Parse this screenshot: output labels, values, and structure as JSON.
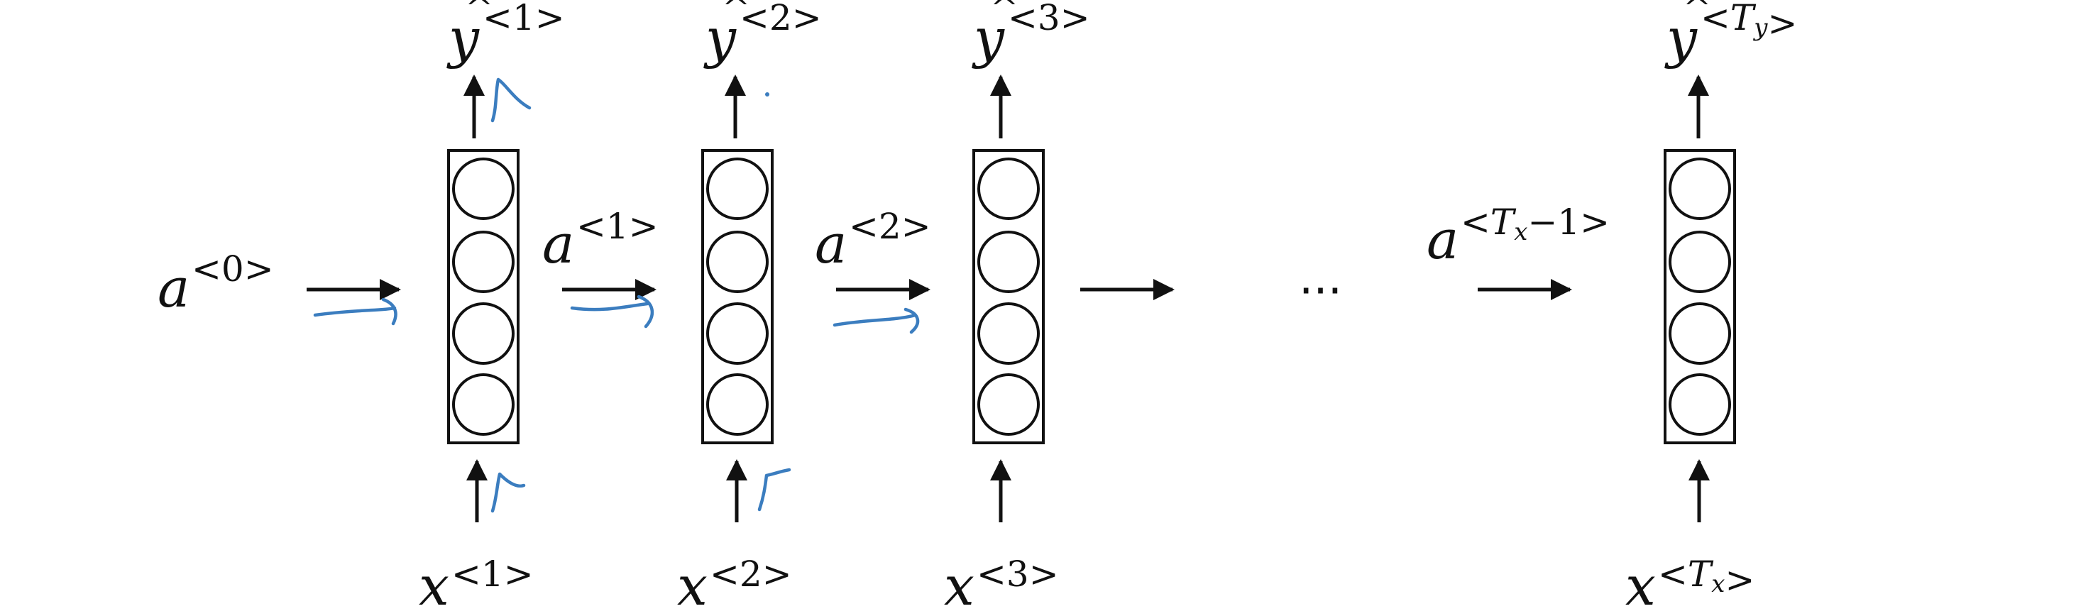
{
  "colors": {
    "ink": "#111111",
    "pen": "#3b7dbf"
  },
  "cells": [
    {
      "output": {
        "base": "y",
        "sup_open": "<",
        "sup_var": "",
        "sup_sub": "",
        "sup_extra": "1",
        "sup_close": ">"
      },
      "input": {
        "base": "x",
        "sup_open": "<",
        "sup_var": "",
        "sup_sub": "",
        "sup_extra": "1",
        "sup_close": ">"
      }
    },
    {
      "output": {
        "base": "y",
        "sup_open": "<",
        "sup_var": "",
        "sup_sub": "",
        "sup_extra": "2",
        "sup_close": ">"
      },
      "input": {
        "base": "x",
        "sup_open": "<",
        "sup_var": "",
        "sup_sub": "",
        "sup_extra": "2",
        "sup_close": ">"
      }
    },
    {
      "output": {
        "base": "y",
        "sup_open": "<",
        "sup_var": "",
        "sup_sub": "",
        "sup_extra": "3",
        "sup_close": ">"
      },
      "input": {
        "base": "x",
        "sup_open": "<",
        "sup_var": "",
        "sup_sub": "",
        "sup_extra": "3",
        "sup_close": ">"
      }
    },
    {
      "output": {
        "base": "y",
        "sup_open": "<",
        "sup_var": "T",
        "sup_sub": "y",
        "sup_extra": "",
        "sup_close": ">"
      },
      "input": {
        "base": "x",
        "sup_open": "<",
        "sup_var": "T",
        "sup_sub": "x",
        "sup_extra": "",
        "sup_close": ">"
      }
    }
  ],
  "activations": [
    {
      "base": "a",
      "sup_open": "<",
      "sup_var": "",
      "sup_sub": "",
      "sup_extra": "0",
      "sup_close": ">"
    },
    {
      "base": "a",
      "sup_open": "<",
      "sup_var": "",
      "sup_sub": "",
      "sup_extra": "1",
      "sup_close": ">"
    },
    {
      "base": "a",
      "sup_open": "<",
      "sup_var": "",
      "sup_sub": "",
      "sup_extra": "2",
      "sup_close": ">"
    },
    {
      "base": "a",
      "sup_open": "<",
      "sup_var": "T",
      "sup_sub": "x",
      "sup_extra": "−1",
      "sup_close": ">"
    }
  ],
  "ellipsis": "···"
}
